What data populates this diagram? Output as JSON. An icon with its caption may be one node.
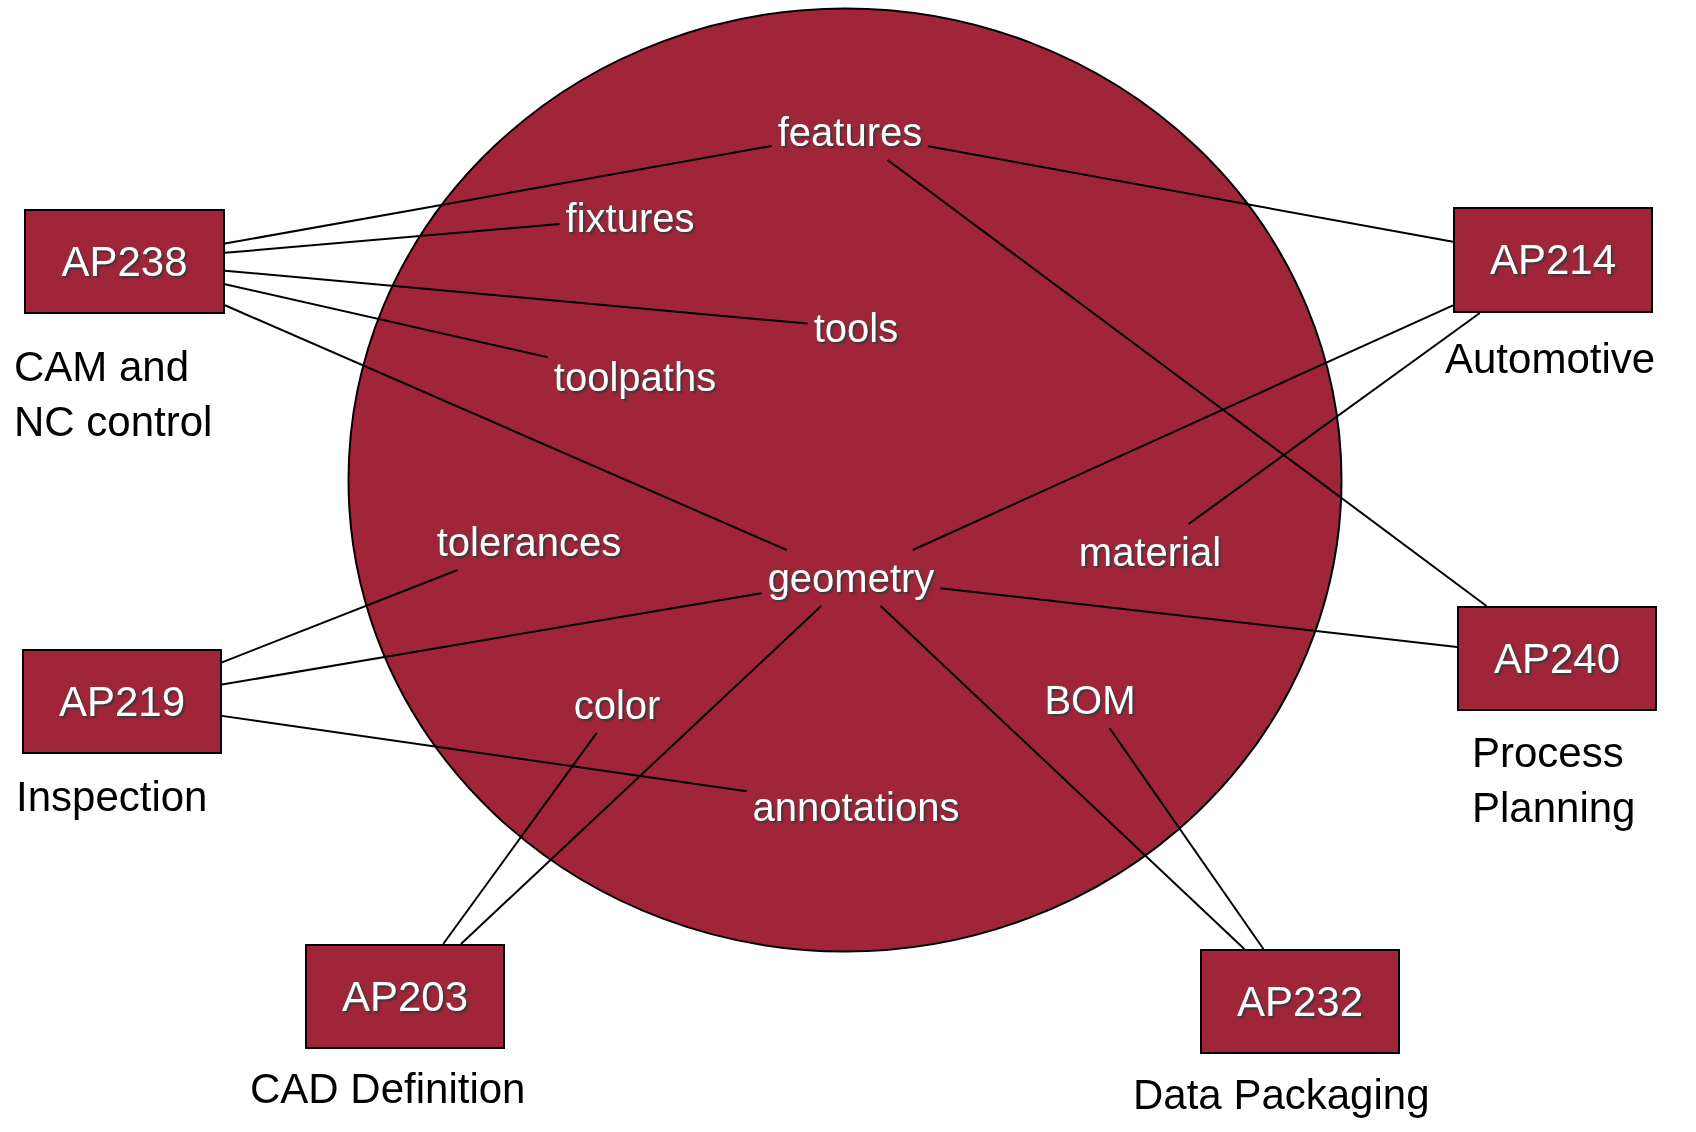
{
  "diagram": {
    "nodes": [
      {
        "text": [],
        "shape": "circle"
      },
      {
        "text": [
          "AP238"
        ],
        "beside": [
          "CAM and NC control"
        ]
      },
      {
        "text": [
          "features"
        ],
        "in": 0
      },
      {
        "text": [
          "fixtures"
        ],
        "in": 0
      },
      {
        "text": [
          "AP214"
        ],
        "beside": [
          "Automotive"
        ]
      },
      {
        "text": [
          "tools"
        ],
        "in": 0
      },
      {
        "text": [
          "toolpaths"
        ],
        "in": 0
      },
      {
        "text": [
          "tolerances"
        ],
        "in": 0
      },
      {
        "text": [
          "geometry"
        ],
        "in": 0
      },
      {
        "text": [
          "material"
        ],
        "in": 0
      },
      {
        "text": [
          "AP219"
        ],
        "beside": [
          "Inspection"
        ]
      },
      {
        "text": [
          "AP240"
        ],
        "beside": [
          "Process Planning"
        ]
      },
      {
        "text": [
          "color"
        ],
        "in": 0
      },
      {
        "text": [
          "BOM"
        ],
        "in": 0
      },
      {
        "text": [
          "annotations"
        ],
        "in": 0
      },
      {
        "text": [
          "AP203"
        ],
        "beside": [
          "CAD Definition"
        ]
      },
      {
        "text": [
          "AP232"
        ],
        "beside": [
          "Data Packaging"
        ]
      }
    ],
    "edges": [
      {
        "from": 1,
        "to": 2,
        "arrow": "none"
      },
      {
        "from": 1,
        "to": 3,
        "arrow": "none"
      },
      {
        "from": 1,
        "to": 5,
        "arrow": "none"
      },
      {
        "from": 1,
        "to": 6,
        "arrow": "none"
      },
      {
        "from": 1,
        "to": 8,
        "arrow": "none"
      },
      {
        "from": 2,
        "to": 4,
        "arrow": "none"
      },
      {
        "from": 8,
        "to": 4,
        "arrow": "none"
      },
      {
        "from": 9,
        "to": 4,
        "arrow": "none"
      },
      {
        "from": 2,
        "to": 11,
        "arrow": "none"
      },
      {
        "from": 8,
        "to": 11,
        "arrow": "none"
      },
      {
        "from": 10,
        "to": 7,
        "arrow": "none"
      },
      {
        "from": 10,
        "to": 8,
        "arrow": "none"
      },
      {
        "from": 10,
        "to": 14,
        "arrow": "none"
      },
      {
        "from": 15,
        "to": 12,
        "arrow": "none"
      },
      {
        "from": 15,
        "to": 8,
        "arrow": "none"
      },
      {
        "from": 13,
        "to": 16,
        "arrow": "none"
      },
      {
        "from": 8,
        "to": 16,
        "arrow": "none"
      }
    ]
  }
}
